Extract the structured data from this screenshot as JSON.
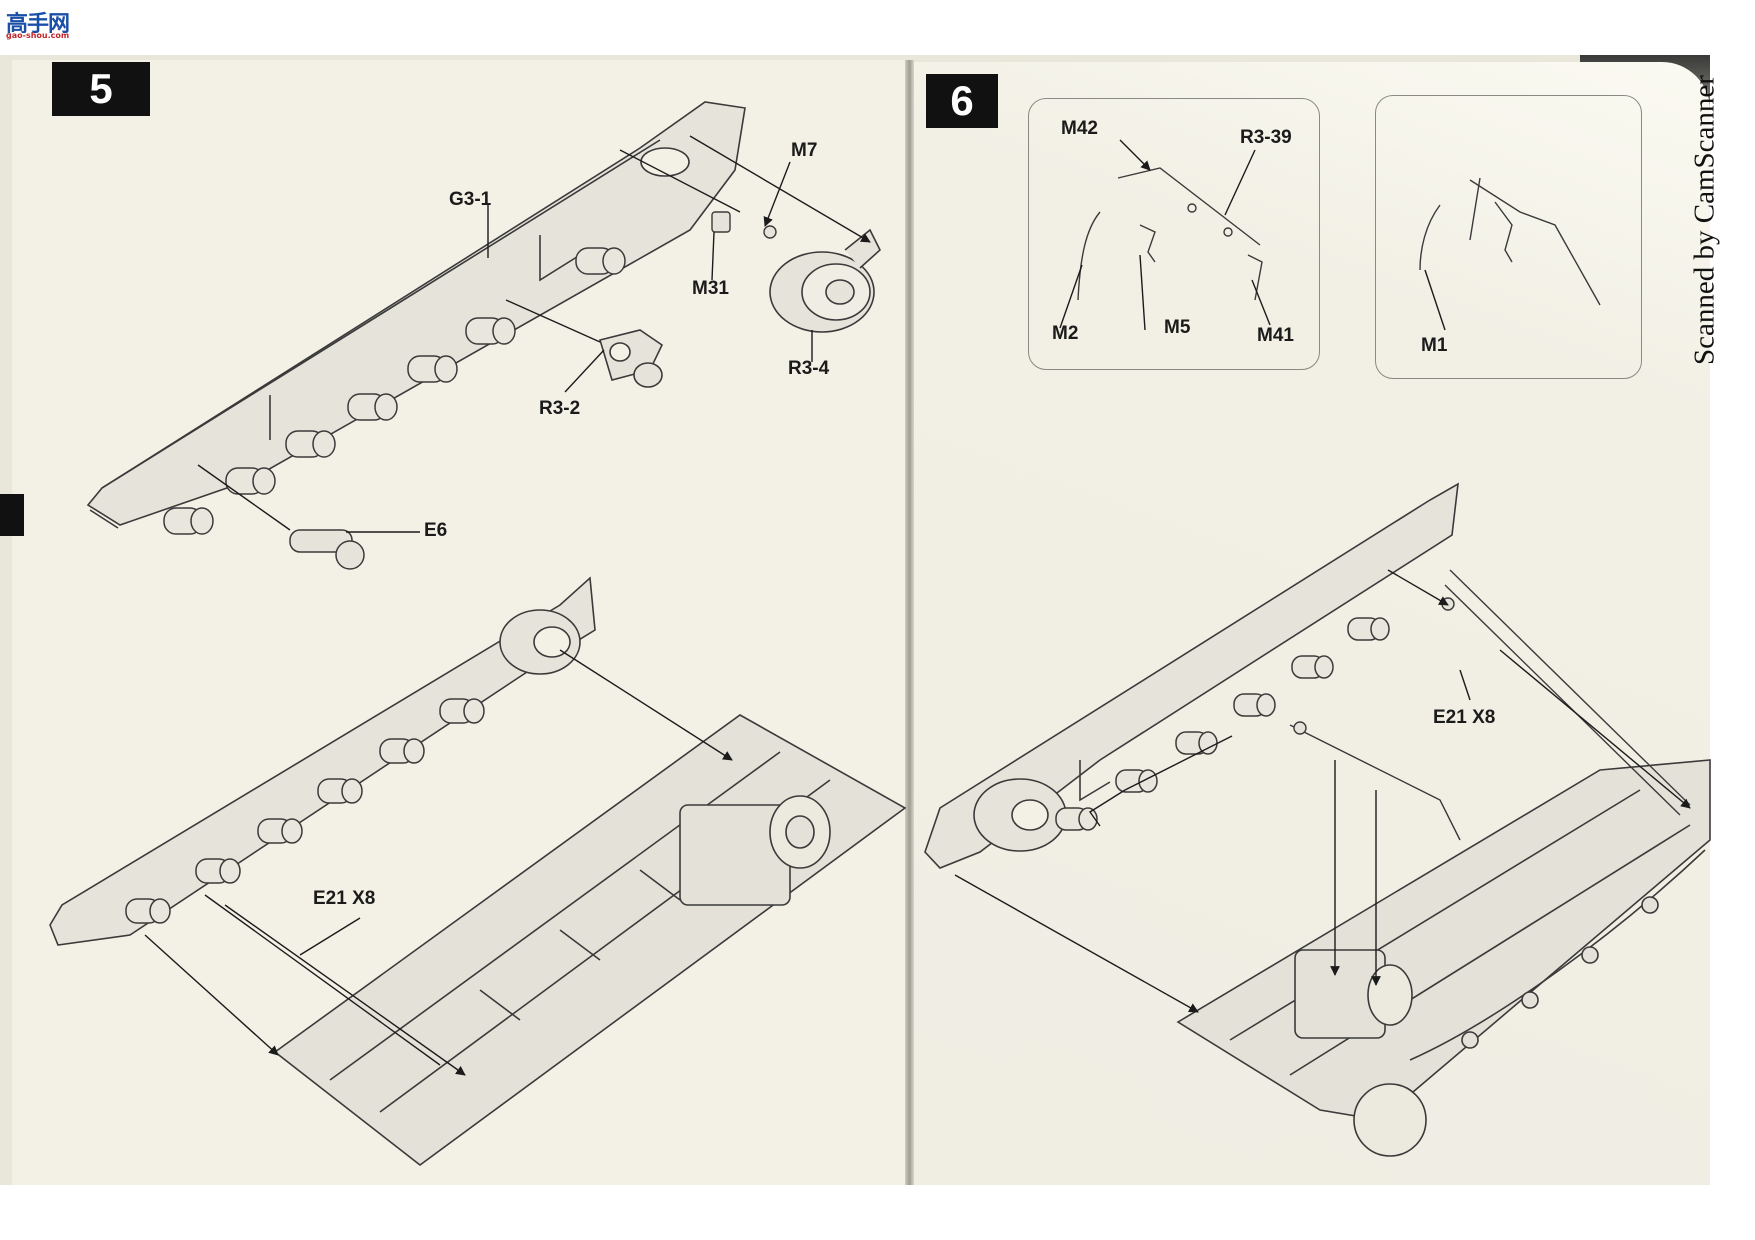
{
  "logo": {
    "main_text": "高手网",
    "sub_text": "gao-shou.com"
  },
  "watermark": {
    "text": "Scanned by CamScanner"
  },
  "steps": [
    {
      "number": "5",
      "callouts": [
        "G3-1",
        "M7",
        "M31",
        "R3-4",
        "R3-2",
        "E6",
        "E21 X8"
      ]
    },
    {
      "number": "6",
      "callouts": [
        "M42",
        "R3-39",
        "M2",
        "M5",
        "M41",
        "M1",
        "E21 X8"
      ]
    }
  ],
  "colors": {
    "paper": "#f3f1e6",
    "line_art": "#3a3a3a",
    "part_fill": "#e6e4da",
    "badge": "#111111"
  }
}
